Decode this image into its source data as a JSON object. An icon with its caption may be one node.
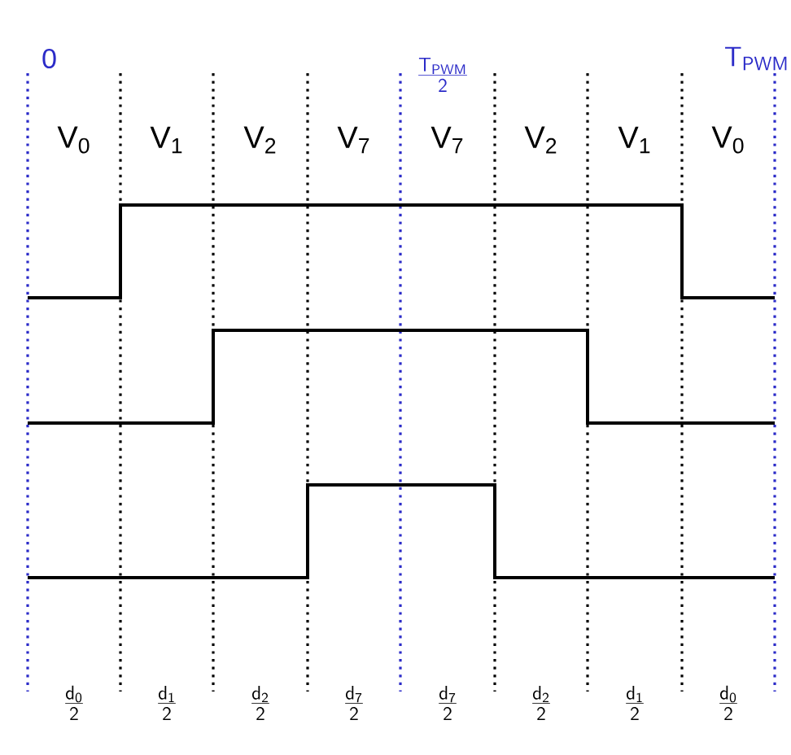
{
  "diagram": {
    "labels": [
      "0",
      "\\frac{\\mathsf{T}_{\\mathsf{PWM}}}{\\mathsf{2}}",
      "\\mathsf{T}_{\\mathsf{PWM}}",
      "V$_{0}$",
      "V$_{1}$",
      "V$_{2}$",
      "V$_{7}$",
      "V$_{7}$",
      "V$_{2}$",
      "V$_{1}$",
      "V$_{0}$",
      "\\frac{\\mathsf{d}_{\\mathsf{0}}}{\\mathsf{2}}",
      "\\frac{\\mathsf{d}_{\\mathsf{1}}}{\\mathsf{2}}",
      "\\frac{\\mathsf{d}_{\\mathsf{2}}}{\\mathsf{2}}",
      "\\frac{\\mathsf{d}_{\\mathsf{7}}}{\\mathsf{2}}",
      "\\frac{\\mathsf{d}_{\\mathsf{7}}}{\\mathsf{2}}",
      "\\frac{\\mathsf{d}_{\\mathsf{2}}}{\\mathsf{2}}",
      "\\frac{\\mathsf{d}_{\\mathsf{1}}}{\\mathsf{2}}",
      "\\frac{\\mathsf{d}_{\\mathsf{0}}}{\\mathsf{2}}"
    ]
  }
}
